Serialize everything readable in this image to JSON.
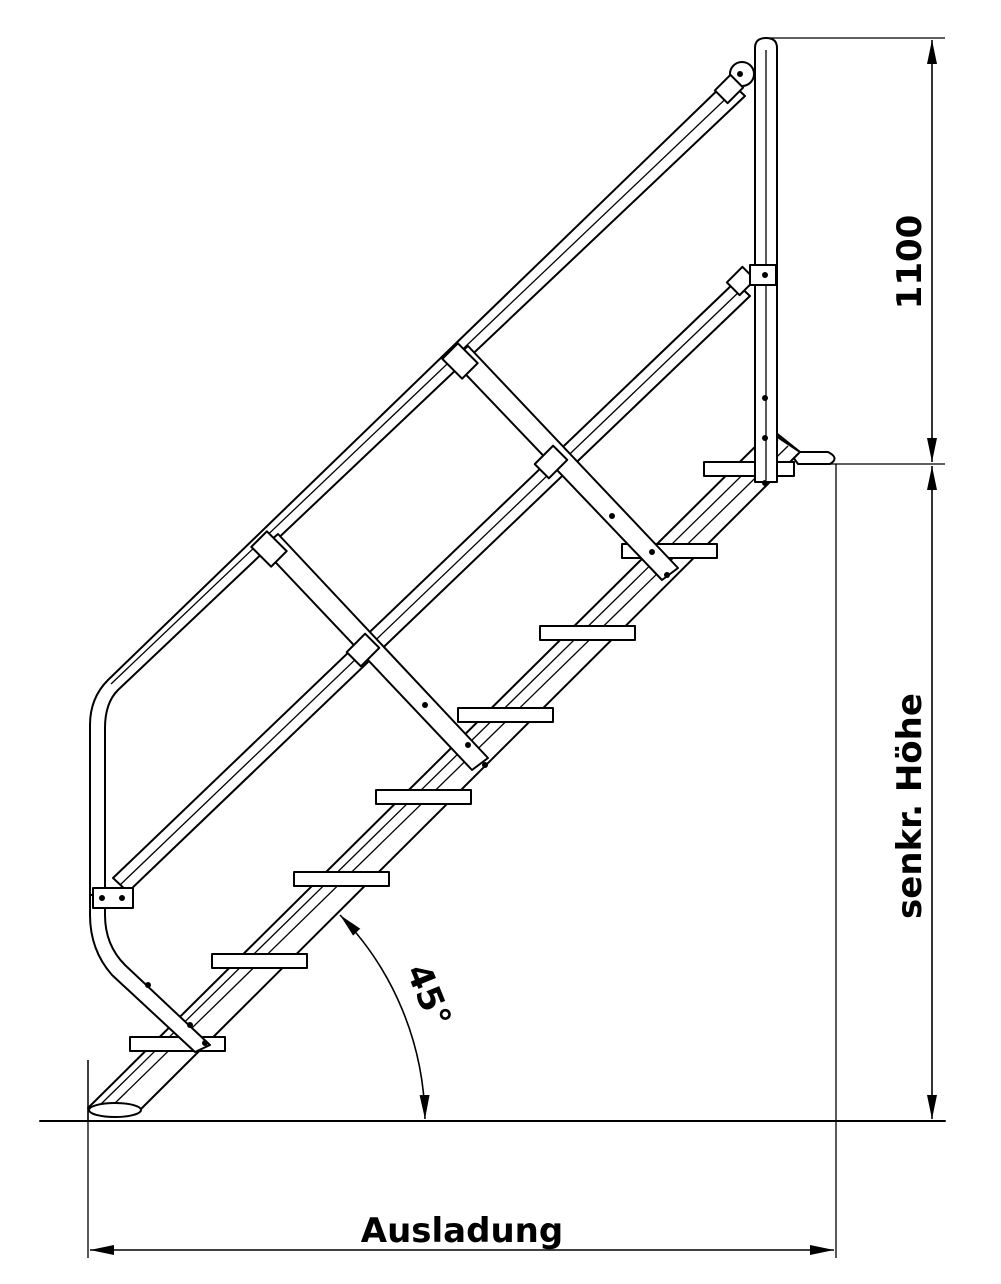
{
  "dimensions": {
    "height_handrail": "1100",
    "vertical_height": "senkr. Höhe",
    "projection": "Ausladung",
    "angle": "45°"
  }
}
